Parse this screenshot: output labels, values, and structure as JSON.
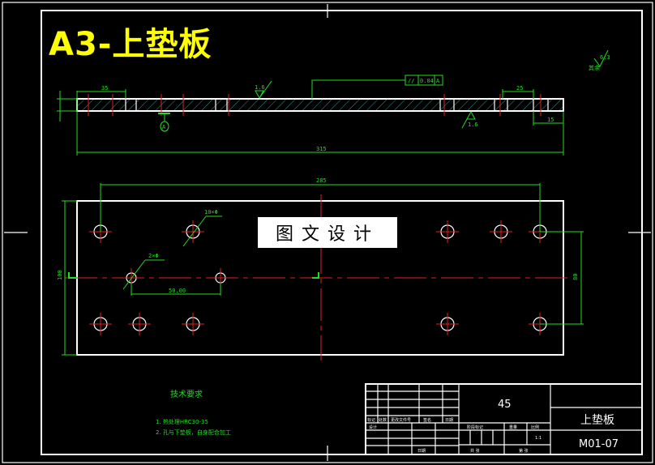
{
  "title": "A3-上垫板",
  "watermark": "图文设计",
  "colors": {
    "background": "#000000",
    "outline": "#ffffff",
    "dimension": "#22dd22",
    "centerline": "#e02020",
    "title": "#ffff00",
    "hatch": "#40c0c0"
  },
  "side_view": {
    "dims": {
      "left_len": "35",
      "right_len": "25",
      "end_len": "15",
      "total": "315"
    },
    "roughness_top": "1.6",
    "roughness_bottom": "1.6",
    "tolerance": {
      "symbol": "//",
      "value": "0.04",
      "datum": "A"
    },
    "datum_label": "A"
  },
  "top_view": {
    "dims": {
      "hole_span": "285",
      "height": "100",
      "pitch": "50.00",
      "right_height": "80"
    },
    "callouts": {
      "holes_a": "10×Φ",
      "holes_b": "2×Φ"
    }
  },
  "surface_finish": {
    "label": "其余",
    "value": "6.3"
  },
  "tech_requirements": {
    "heading": "技术要求",
    "items": [
      "1. 热处理HRC30-35",
      "2. 孔与下垫板，自身配合加工"
    ]
  },
  "title_block": {
    "material": "45",
    "part_name": "上垫板",
    "drawing_no": "M01-07",
    "scale": "1:1",
    "headers": [
      "标记",
      "处数",
      "更改文件号",
      "签名",
      "日期"
    ],
    "row_labels": [
      "设计",
      "日期"
    ],
    "stage_labels": [
      "阶段标记",
      "重量",
      "比例"
    ],
    "sheet_labels": [
      "共 张",
      "第 张"
    ]
  }
}
